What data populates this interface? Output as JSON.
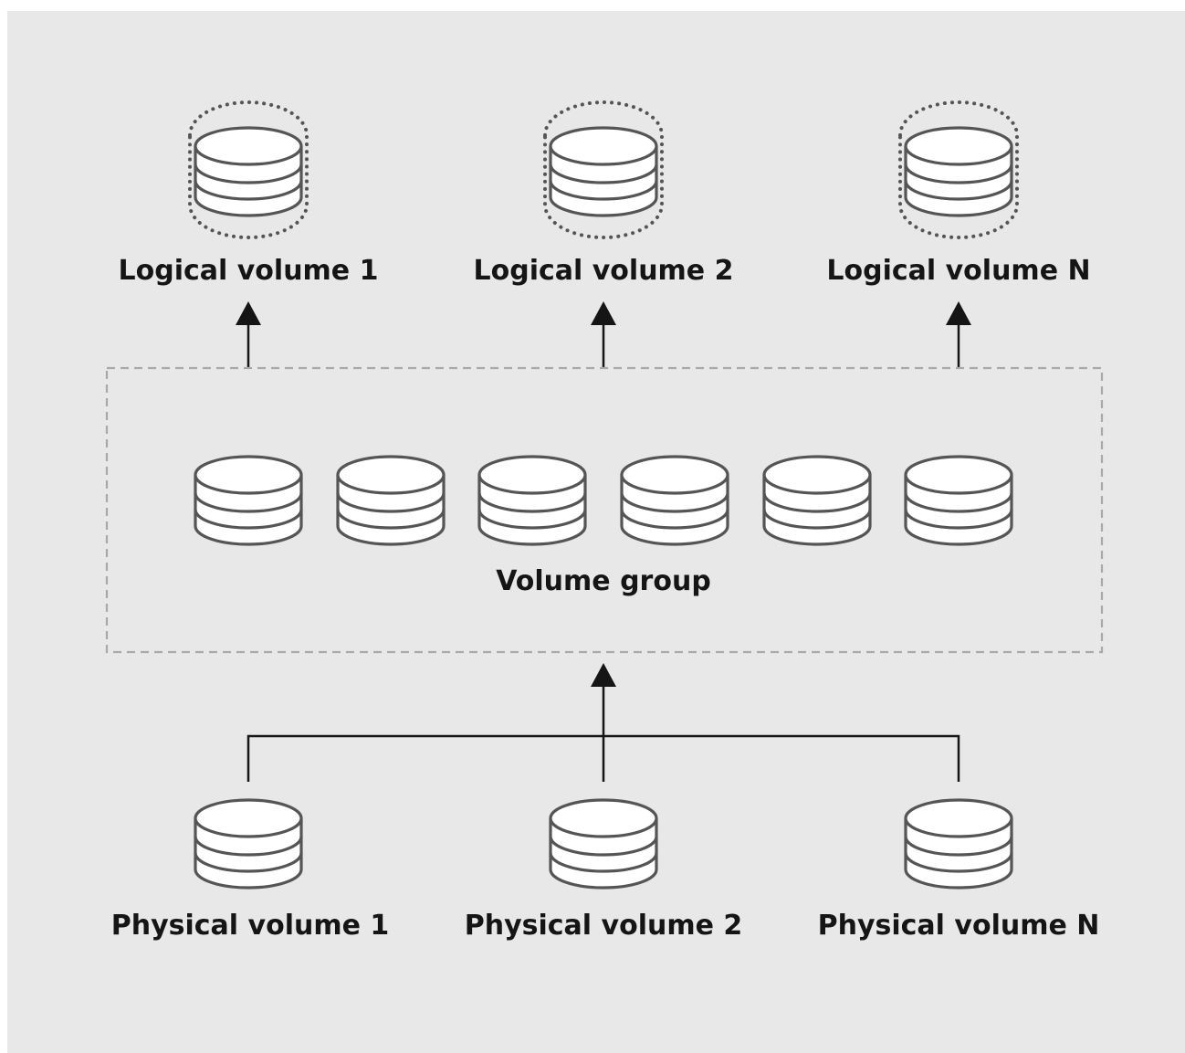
{
  "colors": {
    "background": "#e8e8e8",
    "line": "#151515",
    "disk_stroke": "#555555",
    "disk_fill": "#ffffff",
    "dashed_border": "#a9a9a9"
  },
  "logical_volumes": [
    {
      "label": "Logical volume 1",
      "icon": "database-icon"
    },
    {
      "label": "Logical volume 2",
      "icon": "database-icon"
    },
    {
      "label": "Logical volume N",
      "icon": "database-icon"
    }
  ],
  "volume_group": {
    "label": "Volume group",
    "disk_count": 6
  },
  "physical_volumes": [
    {
      "label": "Physical volume 1",
      "icon": "database-icon"
    },
    {
      "label": "Physical volume 2",
      "icon": "database-icon"
    },
    {
      "label": "Physical volume N",
      "icon": "database-icon"
    }
  ]
}
